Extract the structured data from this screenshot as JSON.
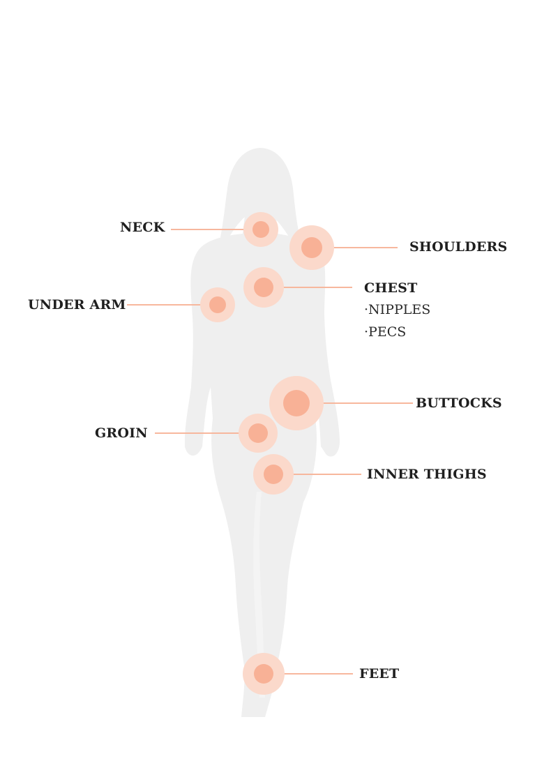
{
  "colors": {
    "silhouette": "#efefef",
    "accent": "#f7b79d",
    "halo": "#fbd9cb",
    "core": "#f8b196",
    "text": "#1f1f1f"
  },
  "zones": {
    "neck": {
      "label": "NECK"
    },
    "shoulders": {
      "label": "SHOULDERS"
    },
    "chest": {
      "label": "CHEST",
      "sub": [
        "·NIPPLES",
        "·PECS"
      ]
    },
    "under_arm": {
      "label": "UNDER ARM"
    },
    "buttocks": {
      "label": "BUTTOCKS"
    },
    "groin": {
      "label": "GROIN"
    },
    "inner_thighs": {
      "label": "INNER THIGHS"
    },
    "feet": {
      "label": "FEET"
    }
  }
}
